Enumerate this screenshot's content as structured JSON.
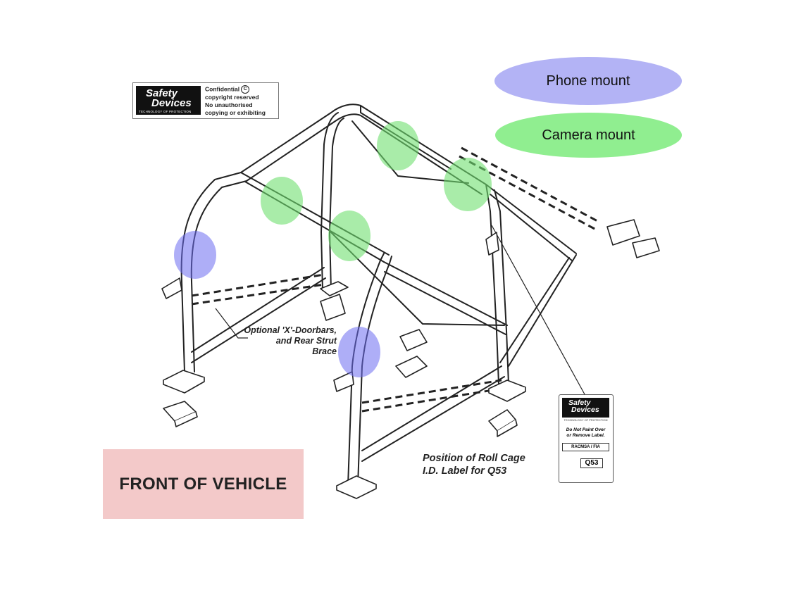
{
  "banner": {
    "logo_line1": "Safety",
    "logo_line2": "Devices",
    "logo_tagline": "TECHNOLOGY OF PROTECTION",
    "line1": "Confidential",
    "copyright_symbol": "C",
    "line2": "copyright reserved",
    "line3": "No unauthorised",
    "line4": "copying or exhibiting"
  },
  "legend": {
    "phone_mount": {
      "label": "Phone mount",
      "color": "#b3b3f5"
    },
    "camera_mount": {
      "label": "Camera mount",
      "color": "#90ee90"
    }
  },
  "annotations": {
    "doorbars_line1": "Optional 'X'-Doorbars,",
    "doorbars_line2": "and Rear Strut",
    "doorbars_line3": "Brace",
    "label_line1": "Position of Roll Cage",
    "label_line2": "I.D. Label for Q53"
  },
  "id_label": {
    "logo_line1": "Safety",
    "logo_line2": "Devices",
    "tagline": "TECHNOLOGY OF PROTECTION",
    "warning_line1": "Do Not Paint Over",
    "warning_line2": "or Remove Label.",
    "authority": "RACMSA / FIA",
    "code": "Q53"
  },
  "front_label": "FRONT OF VEHICLE",
  "colors": {
    "phone": "#6b6bf0",
    "camera": "#6fe06f",
    "front_box": "#f3c9c9"
  }
}
